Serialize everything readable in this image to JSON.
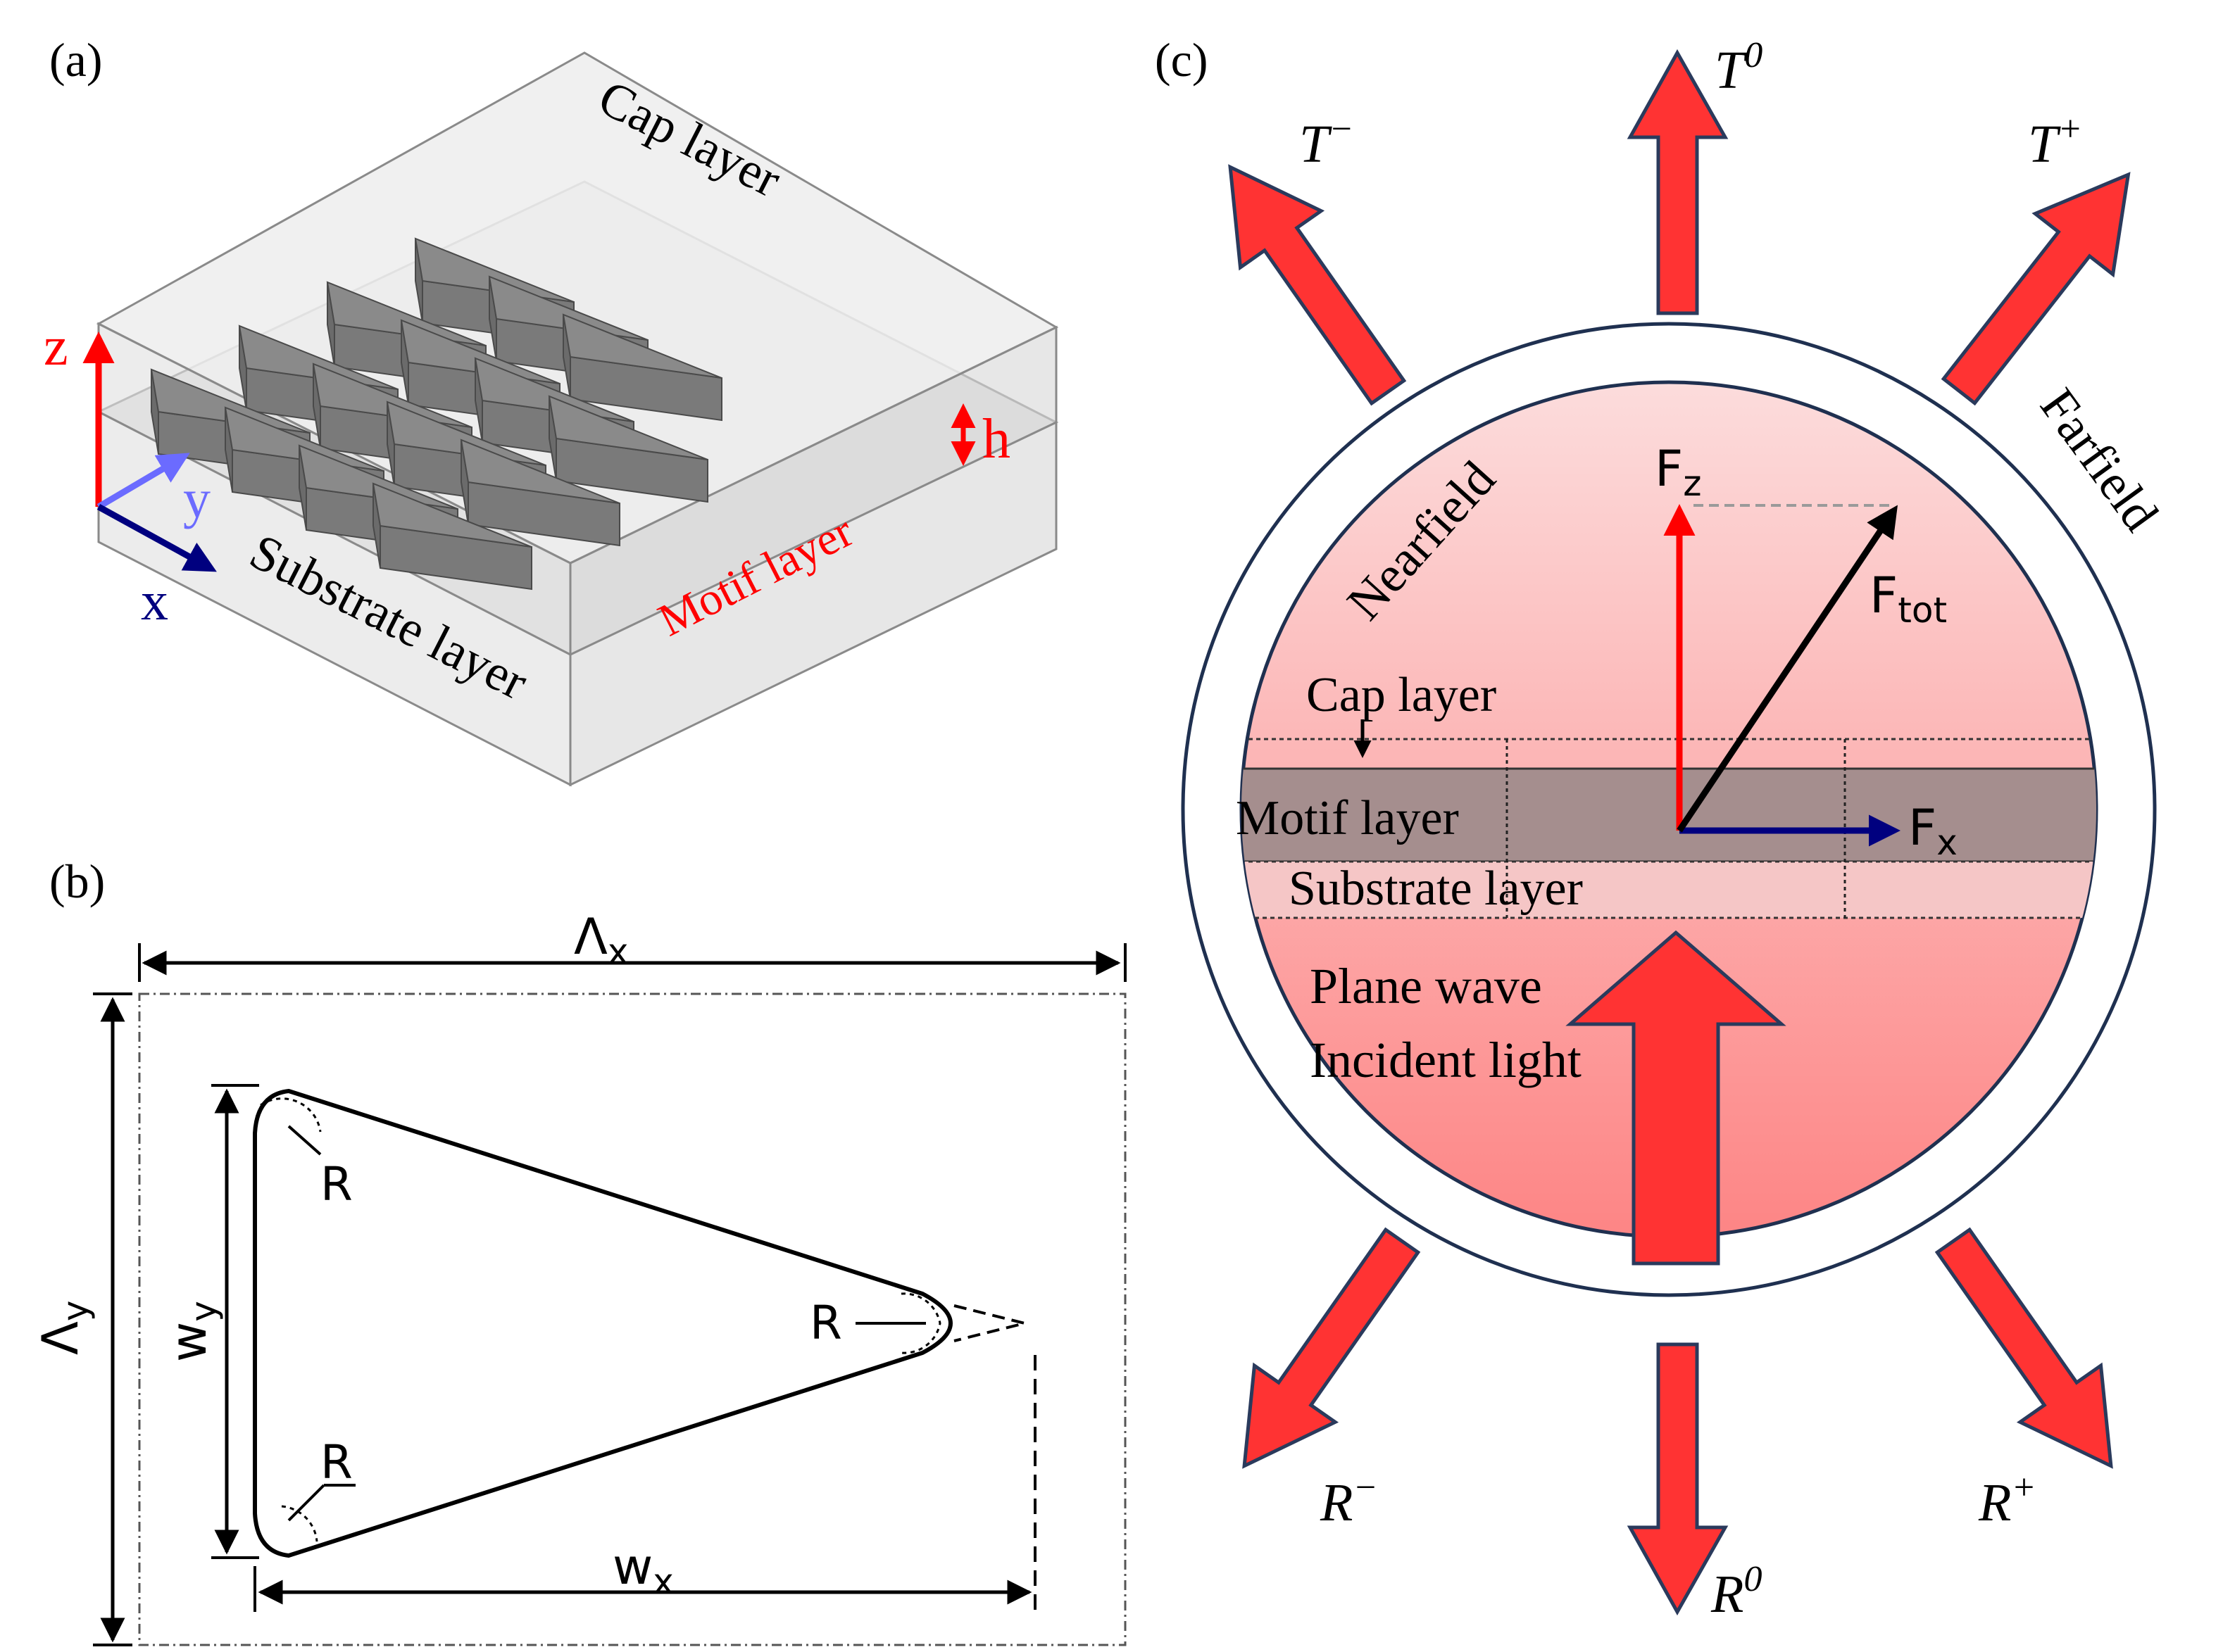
{
  "panel_a": {
    "label": "(a)",
    "cap_layer": "Cap layer",
    "motif_layer": "Motif layer",
    "substrate_layer": "Substrate layer",
    "axis_z": "z",
    "axis_y": "y",
    "axis_x": "x",
    "height": "h",
    "colors": {
      "z": "#ff0000",
      "y": "#6b6bff",
      "x": "#00007f",
      "motif_text": "#ff0000",
      "prism_top": "#8a8a8a",
      "prism_side": "#6b6b6b",
      "prism_front": "#7a7a7a"
    }
  },
  "panel_b": {
    "label": "(b)",
    "period_x": "Λ",
    "period_x_sub": "x",
    "period_y": "Λ",
    "period_y_sub": "y",
    "width_x": "w",
    "width_x_sub": "x",
    "width_y": "w",
    "width_y_sub": "y",
    "radius_top": "R",
    "radius_tip": "R",
    "radius_bottom": "R"
  },
  "panel_c": {
    "label": "(c)",
    "nearfield": "Nearfield",
    "farfield": "Farfield",
    "cap_layer": "Cap layer",
    "motif_layer": "Motif layer",
    "substrate_layer": "Substrate layer",
    "incident_line1": "Plane wave",
    "incident_line2": "Incident light",
    "force_z": "F",
    "force_z_sub": "z",
    "force_x": "F",
    "force_x_sub": "x",
    "force_tot": "F",
    "force_tot_sub": "tot",
    "t_minus": "T",
    "t_minus_sup": "−",
    "t_zero": "T",
    "t_zero_sup": "0",
    "t_plus": "T",
    "t_plus_sup": "+",
    "r_minus": "R",
    "r_minus_sup": "−",
    "r_zero": "R",
    "r_zero_sup": "0",
    "r_plus": "R",
    "r_plus_sup": "+",
    "colors": {
      "arrow_fill": "#ff3333",
      "arrow_stroke": "#2a3a5c",
      "circle_stroke": "#1f3050",
      "force_z": "#ff0000",
      "force_x": "#00007f",
      "force_tot": "#000000",
      "motif_band": "#a58e8e"
    }
  }
}
